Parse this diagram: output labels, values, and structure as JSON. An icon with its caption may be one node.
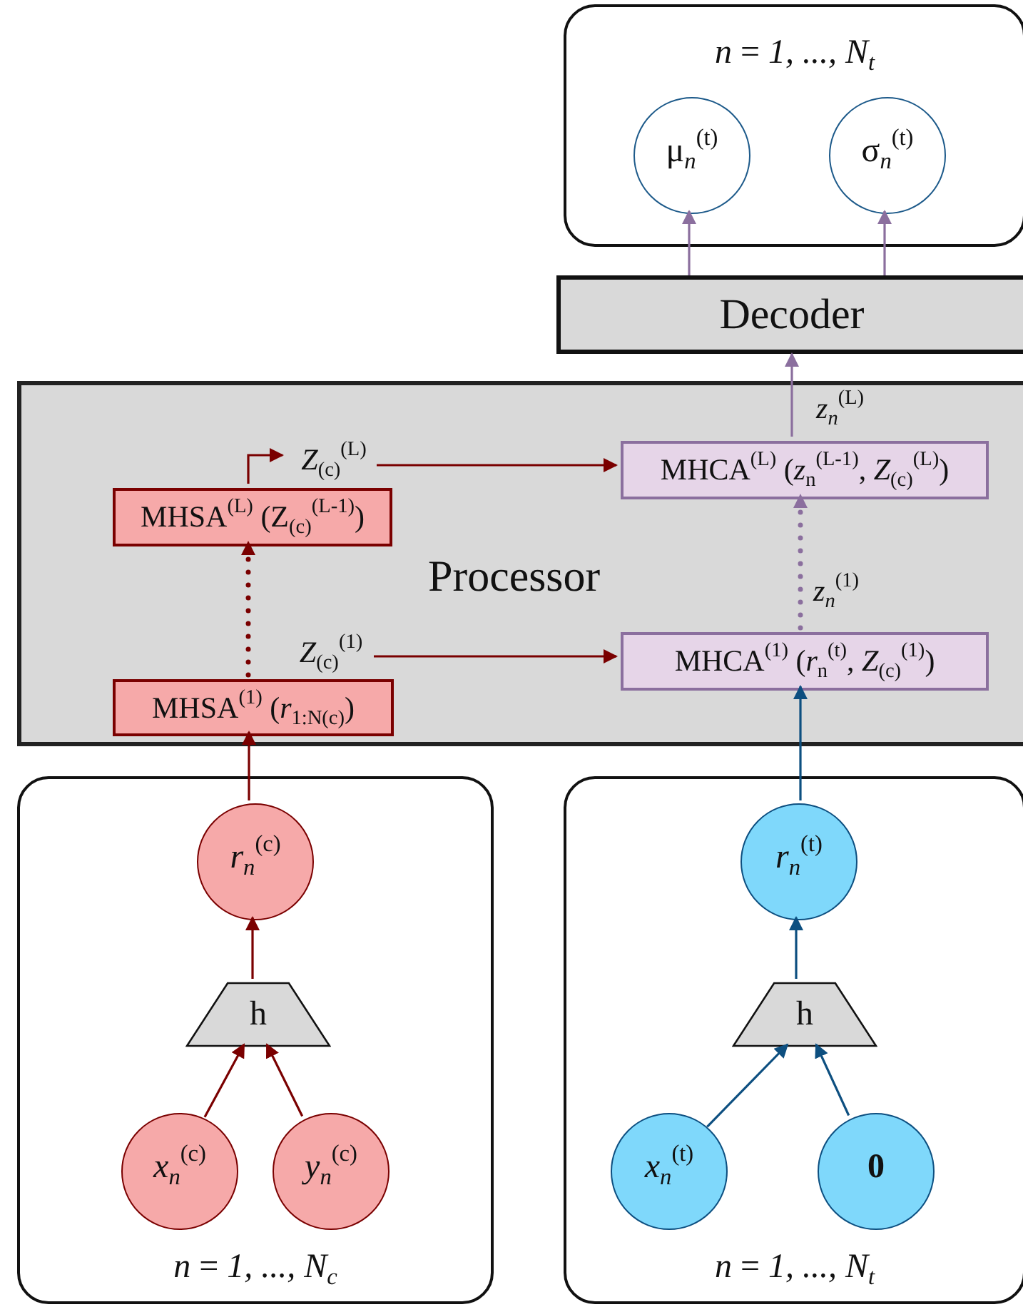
{
  "diagram": {
    "nodes": [
      {
        "text": [
          "*n* = *1, ..., N*$_{t}$"
        ]
      },
      {
        "text": [
          "μ$_{n}$$^{(t)}$"
        ],
        "in": 0
      },
      {
        "text": [
          "σ$_{n}$$^{(t)}$"
        ],
        "in": 0
      },
      {
        "text": [
          "Decoder"
        ]
      },
      {
        "text": [
          "Processor"
        ]
      },
      {
        "text": [
          "MHSA$^{(L)}$ (Z$_{(c)}$$^{(L-1)}$)"
        ],
        "in": 4
      },
      {
        "text": [
          "*Z*$_{(c)}$$^{(L)}$"
        ],
        "in": 4
      },
      {
        "text": [
          "MHSA$^{(1)}$ (*r*$_{1:N(c)}$)"
        ],
        "in": 4
      },
      {
        "text": [
          "*Z*$_{(c)}$$^{(1)}$"
        ],
        "in": 4
      },
      {
        "text": [
          "MHCA$^{(L)}$ (*z*$_{n}$$^{(L-1)}$, *Z*$_{(c)}$$^{(L)}$)"
        ],
        "in": 4
      },
      {
        "text": [
          "MHCA$^{(1)}$ (*r*$_{n}$$^{(t)}$, *Z*$_{(c)}$$^{(1)}$)"
        ],
        "in": 4
      },
      {
        "text": [
          "*n* = *1, ..., N*$_{c}$"
        ]
      },
      {
        "text": [
          "*r*$_{n}$$^{(c)}$"
        ],
        "in": 11
      },
      {
        "text": [
          "h"
        ],
        "in": 11
      },
      {
        "text": [
          "*x*$_{n}$$^{(c)}$"
        ],
        "in": 11
      },
      {
        "text": [
          "*y*$_{n}$$^{(c)}$"
        ],
        "in": 11
      },
      {
        "text": [
          "*n* = *1, ..., N*$_{t}$"
        ]
      },
      {
        "text": [
          "*r*$_{n}$$^{(t)}$"
        ],
        "in": 16
      },
      {
        "text": [
          "h"
        ],
        "in": 16
      },
      {
        "text": [
          "*x*$_{n}$$^{(t)}$"
        ],
        "in": 16
      },
      {
        "text": [
          "0"
        ],
        "in": 16
      }
    ],
    "edges": [
      {
        "from": 14,
        "to": 13,
        "arrow": "to"
      },
      {
        "from": 15,
        "to": 13,
        "arrow": "to"
      },
      {
        "from": 13,
        "to": 12,
        "arrow": "to"
      },
      {
        "from": 12,
        "to": 7,
        "arrow": "to"
      },
      {
        "from": 7,
        "to": 5,
        "arrow": "to",
        "style": "dashed"
      },
      {
        "from": 5,
        "to": 6,
        "arrow": "to"
      },
      {
        "from": 6,
        "to": 9,
        "arrow": "to"
      },
      {
        "from": 8,
        "to": 10,
        "arrow": "to"
      },
      {
        "from": 19,
        "to": 18,
        "arrow": "to",
        "color": "#0d4f80"
      },
      {
        "from": 20,
        "to": 18,
        "arrow": "to",
        "color": "#0d4f80"
      },
      {
        "from": 18,
        "to": 17,
        "arrow": "to",
        "color": "#0d4f80"
      },
      {
        "from": 17,
        "to": 10,
        "arrow": "to",
        "color": "#0d4f80"
      },
      {
        "from": 10,
        "to": 9,
        "arrow": "to",
        "style": "dashed",
        "color": "#8b6f9e",
        "label": "*z*$_{n}$$^{(1)}$"
      },
      {
        "from": 9,
        "to": 3,
        "arrow": "to",
        "color": "#8b6f9e",
        "label": "*z*$_{n}$$^{(L)}$"
      },
      {
        "from": 3,
        "to": 1,
        "arrow": "to",
        "color": "#8b6f9e"
      },
      {
        "from": 3,
        "to": 2,
        "arrow": "to",
        "color": "#8b6f9e"
      }
    ]
  }
}
